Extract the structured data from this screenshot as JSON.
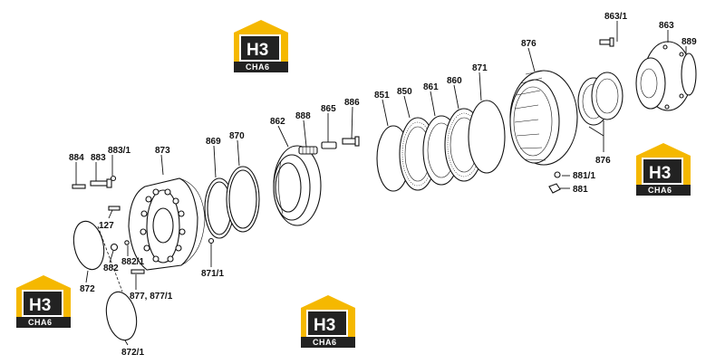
{
  "brand": {
    "logo_mark": "H3",
    "logo_tag": "CHA6",
    "accent_color": "#f5b800",
    "dark_color": "#222222"
  },
  "labels": {
    "p884": "884",
    "p883": "883",
    "p883_1": "883/1",
    "p873": "873",
    "p127": "127",
    "p882": "882",
    "p882_1": "882/1",
    "p872": "872",
    "p872_1": "872/1",
    "p877": "877, 877/1",
    "p869": "869",
    "p870": "870",
    "p871_1": "871/1",
    "p862": "862",
    "p888": "888",
    "p865": "865",
    "p886": "886",
    "p851": "851",
    "p850": "850",
    "p861": "861",
    "p860": "860",
    "p871": "871",
    "p876": "876",
    "p876b": "876",
    "p881_1": "881/1",
    "p881": "881",
    "p863_1": "863/1",
    "p863": "863",
    "p889": "889"
  }
}
